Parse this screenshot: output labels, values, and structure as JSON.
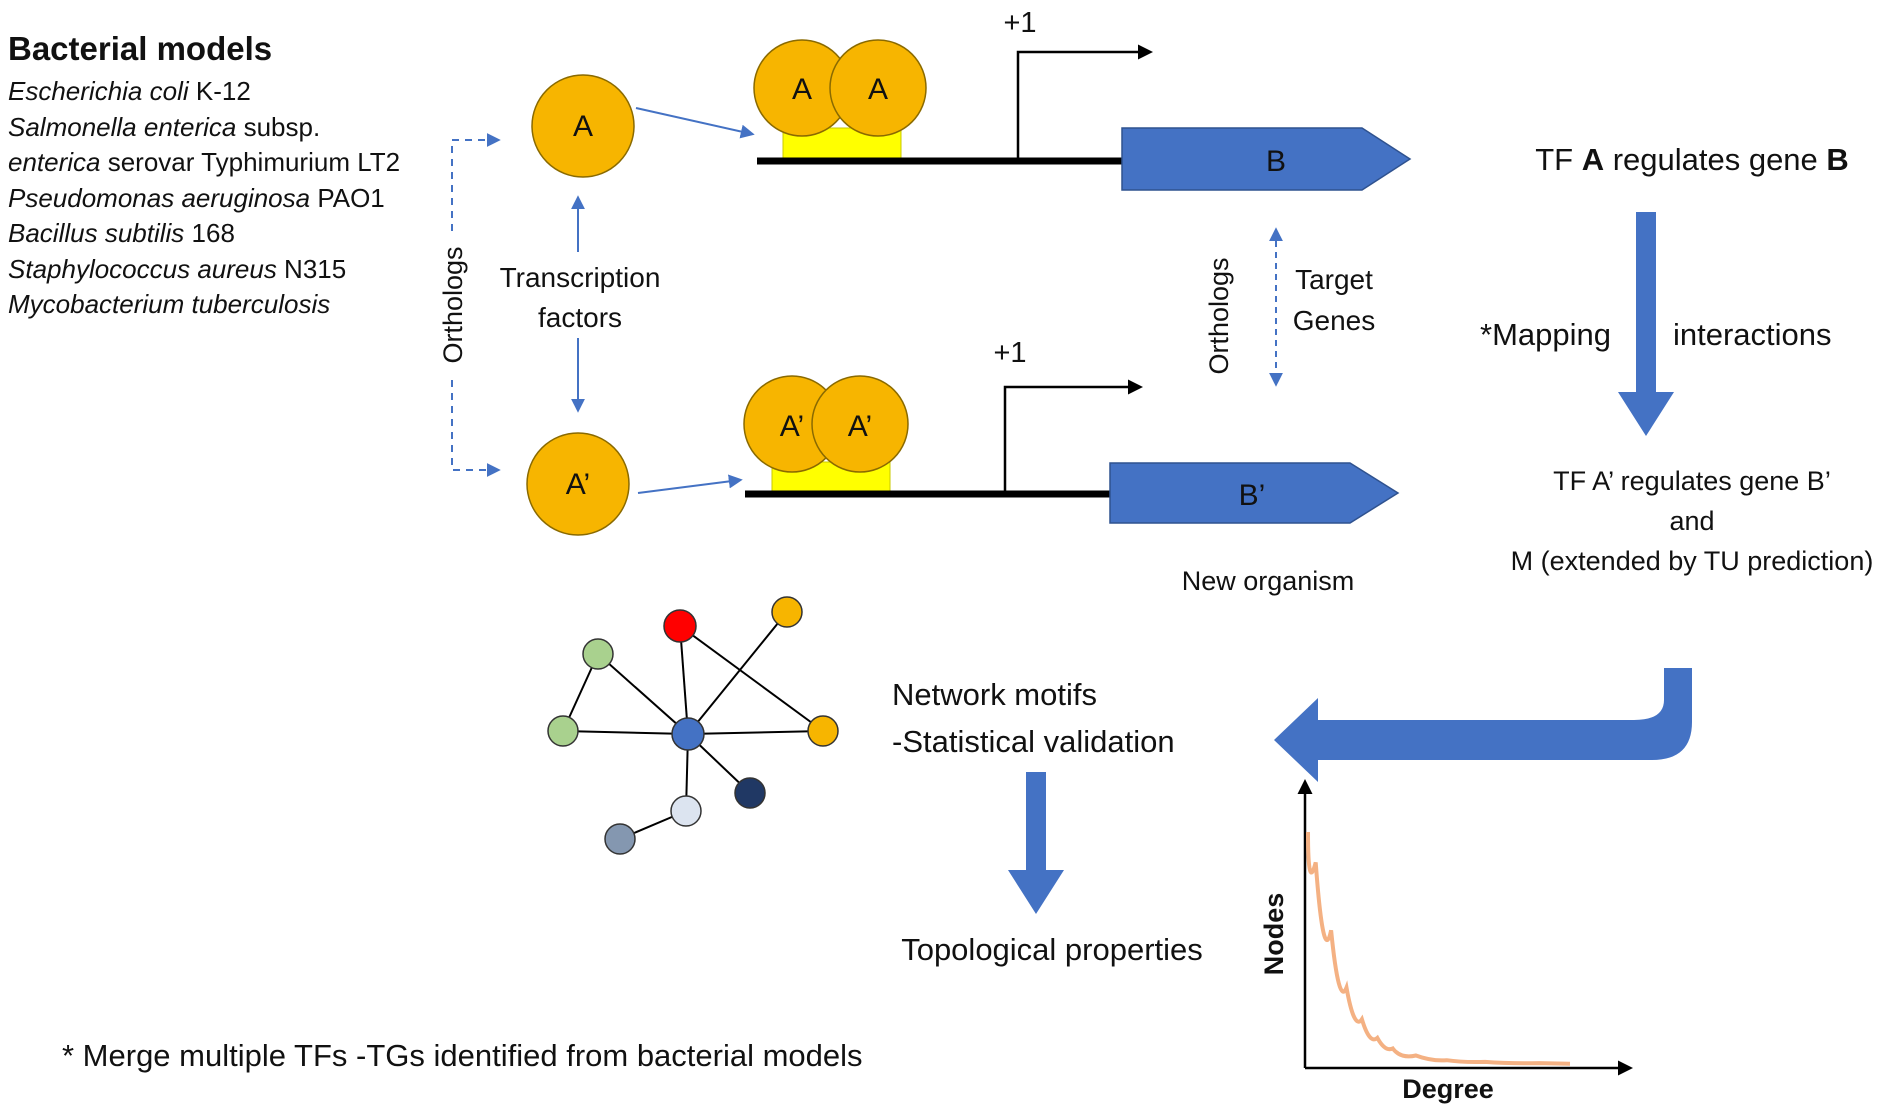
{
  "bacterial_models": {
    "title": "Bacterial models",
    "lines": [
      {
        "italic": "Escherichia coli",
        "plain": " K-12"
      },
      {
        "italic": "Salmonella enterica",
        "plain": " subsp."
      },
      {
        "italic": "enterica",
        "plain": " serovar Typhimurium LT2"
      },
      {
        "italic": "Pseudomonas aeruginosa",
        "plain": " PAO1"
      },
      {
        "italic": "Bacillus subtilis",
        "plain": " 168"
      },
      {
        "italic": "Staphylococcus aureus",
        "plain": " N315"
      },
      {
        "italic": "Mycobacterium tuberculosis",
        "plain": ""
      }
    ]
  },
  "labels": {
    "orthologs_left": "Orthologs",
    "transcription_factors_line1": "Transcription",
    "transcription_factors_line2": "factors",
    "tf_a": "A",
    "tf_a_prime": "A’",
    "gene_b": "B",
    "gene_b_prime": "B’",
    "tss_top": "+1",
    "tss_bottom": "+1",
    "orthologs_right": "Orthologs",
    "target_genes_line1": "Target",
    "target_genes_line2": "Genes",
    "new_organism": "New organism",
    "regulates_prefix": "TF ",
    "regulates_tf": "A",
    "regulates_mid": " regulates gene ",
    "regulates_gene": "B",
    "mapping_star": "*Mapping",
    "mapping_interactions": "interactions",
    "result_line1": "TF A’ regulates gene B’",
    "result_line2": "and",
    "result_line3": "M (extended by TU prediction)",
    "motifs_line1": "Network motifs",
    "motifs_line2": "-Statistical validation",
    "topological": "Topological properties",
    "footnote": "* Merge multiple TFs -TGs identified from bacterial models",
    "plot_ylabel": "Nodes",
    "plot_xlabel": "Degree"
  },
  "colors": {
    "tf_fill": "#F7B500",
    "tf_stroke": "#8a6a00",
    "binding_site": "#FFFF00",
    "gene_fill": "#4472C4",
    "arrow_blue": "#4472C4",
    "curve": "#F4B183"
  },
  "network": {
    "node_colors": [
      "#FF0000",
      "#F7B500",
      "#A9D18E",
      "#A9D18E",
      "#4472C4",
      "#F7B500",
      "#203864",
      "#DCE4F0",
      "#8497B0"
    ]
  },
  "chart_data": {
    "type": "line",
    "title": "",
    "xlabel": "Degree",
    "ylabel": "Nodes",
    "series": [
      {
        "x": [
          0,
          1,
          2,
          3,
          4,
          5,
          6,
          8,
          10,
          13,
          17
        ],
        "y": [
          100,
          74,
          42,
          25,
          15,
          9,
          6,
          3,
          2,
          1.5,
          1
        ]
      }
    ],
    "ylim": [
      0,
      100
    ],
    "grid": false
  }
}
